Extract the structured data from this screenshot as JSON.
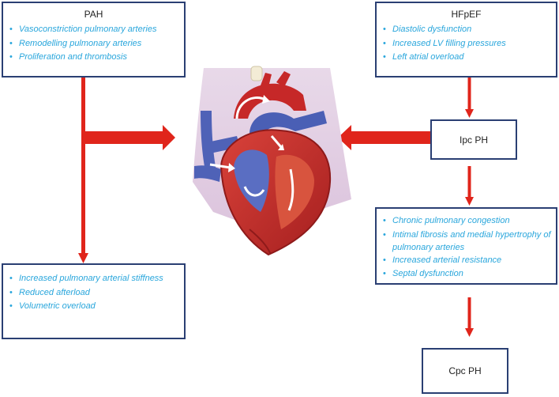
{
  "pah": {
    "title": "PAH",
    "items": [
      "Vasoconstriction pulmonary arteries",
      "Remodelling pulmonary arteries",
      "Proliferation and thrombosis"
    ]
  },
  "hfpef": {
    "title": "HFpEF",
    "items": [
      "Diastolic dysfunction",
      "Increased LV filling pressures",
      "Left atrial overload"
    ]
  },
  "ipc": {
    "title": "Ipc PH"
  },
  "cpc": {
    "title": "Cpc PH"
  },
  "rv_effects": {
    "items": [
      "Increased pulmonary arterial stiffness",
      "Reduced afterload",
      "Volumetric overload"
    ]
  },
  "chronic": {
    "items": [
      "Chronic pulmonary congestion",
      "Intimal fibrosis and medial hypertrophy of pulmonary arteries",
      "Increased arterial resistance",
      "Septal dysfunction"
    ]
  },
  "colors": {
    "arrow": "#e0251b",
    "box_border": "#2a3f73",
    "bullet_text": "#29a6dc"
  }
}
